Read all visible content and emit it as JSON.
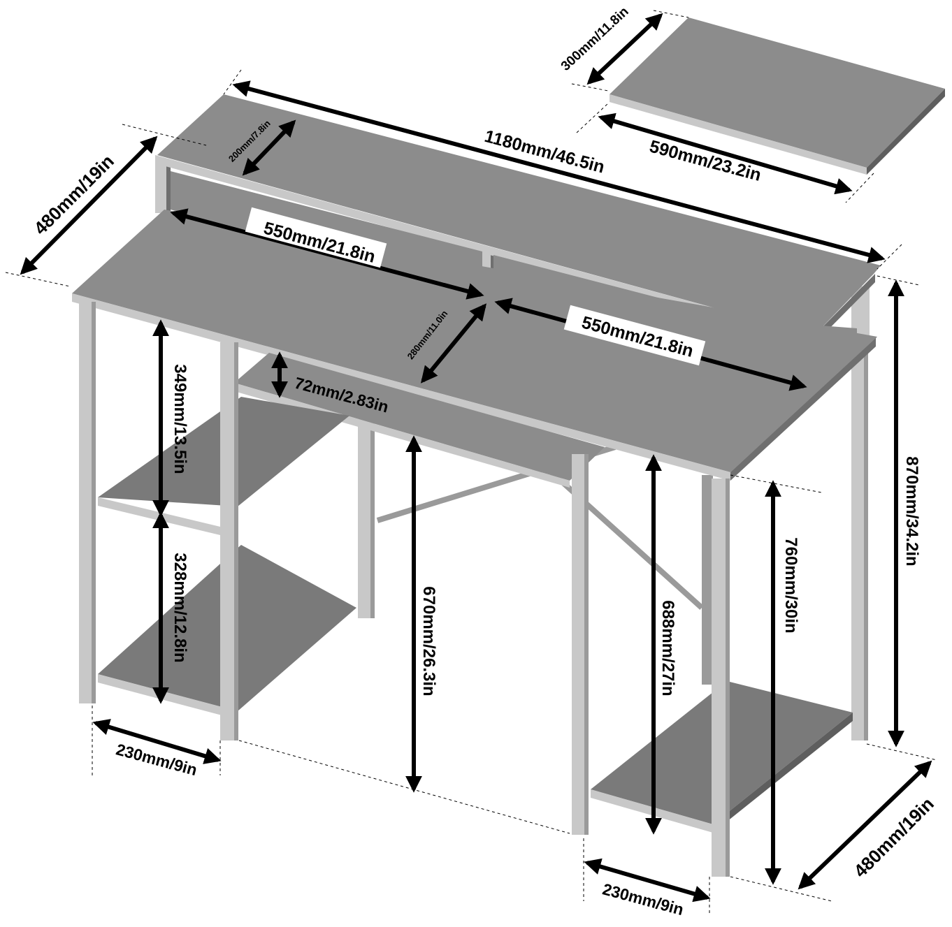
{
  "colors": {
    "top": "#8c8c8c",
    "edge": "#b4b4b4",
    "dark": "#6f6f6f",
    "frame": "#c8c8c8",
    "frame_dark": "#9a9a9a",
    "ink": "#000000"
  },
  "dimensions": {
    "separate_shelf_depth": "300mm/11.8in",
    "separate_shelf_width": "590mm/23.2in",
    "total_width": "1180mm/46.5in",
    "depth_left": "480mm/19in",
    "depth_right": "480mm/19in",
    "riser_shelf_depth": "200mm/7.8in",
    "left_top_width": "550mm/21.8in",
    "right_top_width": "550mm/21.8in",
    "keyboard_depth": "280mm/11.0in",
    "keyboard_height": "72mm/2.83in",
    "upper_shelf_gap": "349mm/13.5in",
    "lower_shelf_gap": "328mm/12.8in",
    "knee_clearance": "670mm/26.3in",
    "under_desk_height": "688mm/27in",
    "desk_height": "760mm/30in",
    "total_height": "870mm/34.2in",
    "left_shelf_width": "230mm/9in",
    "right_shelf_width": "230mm/9in"
  }
}
